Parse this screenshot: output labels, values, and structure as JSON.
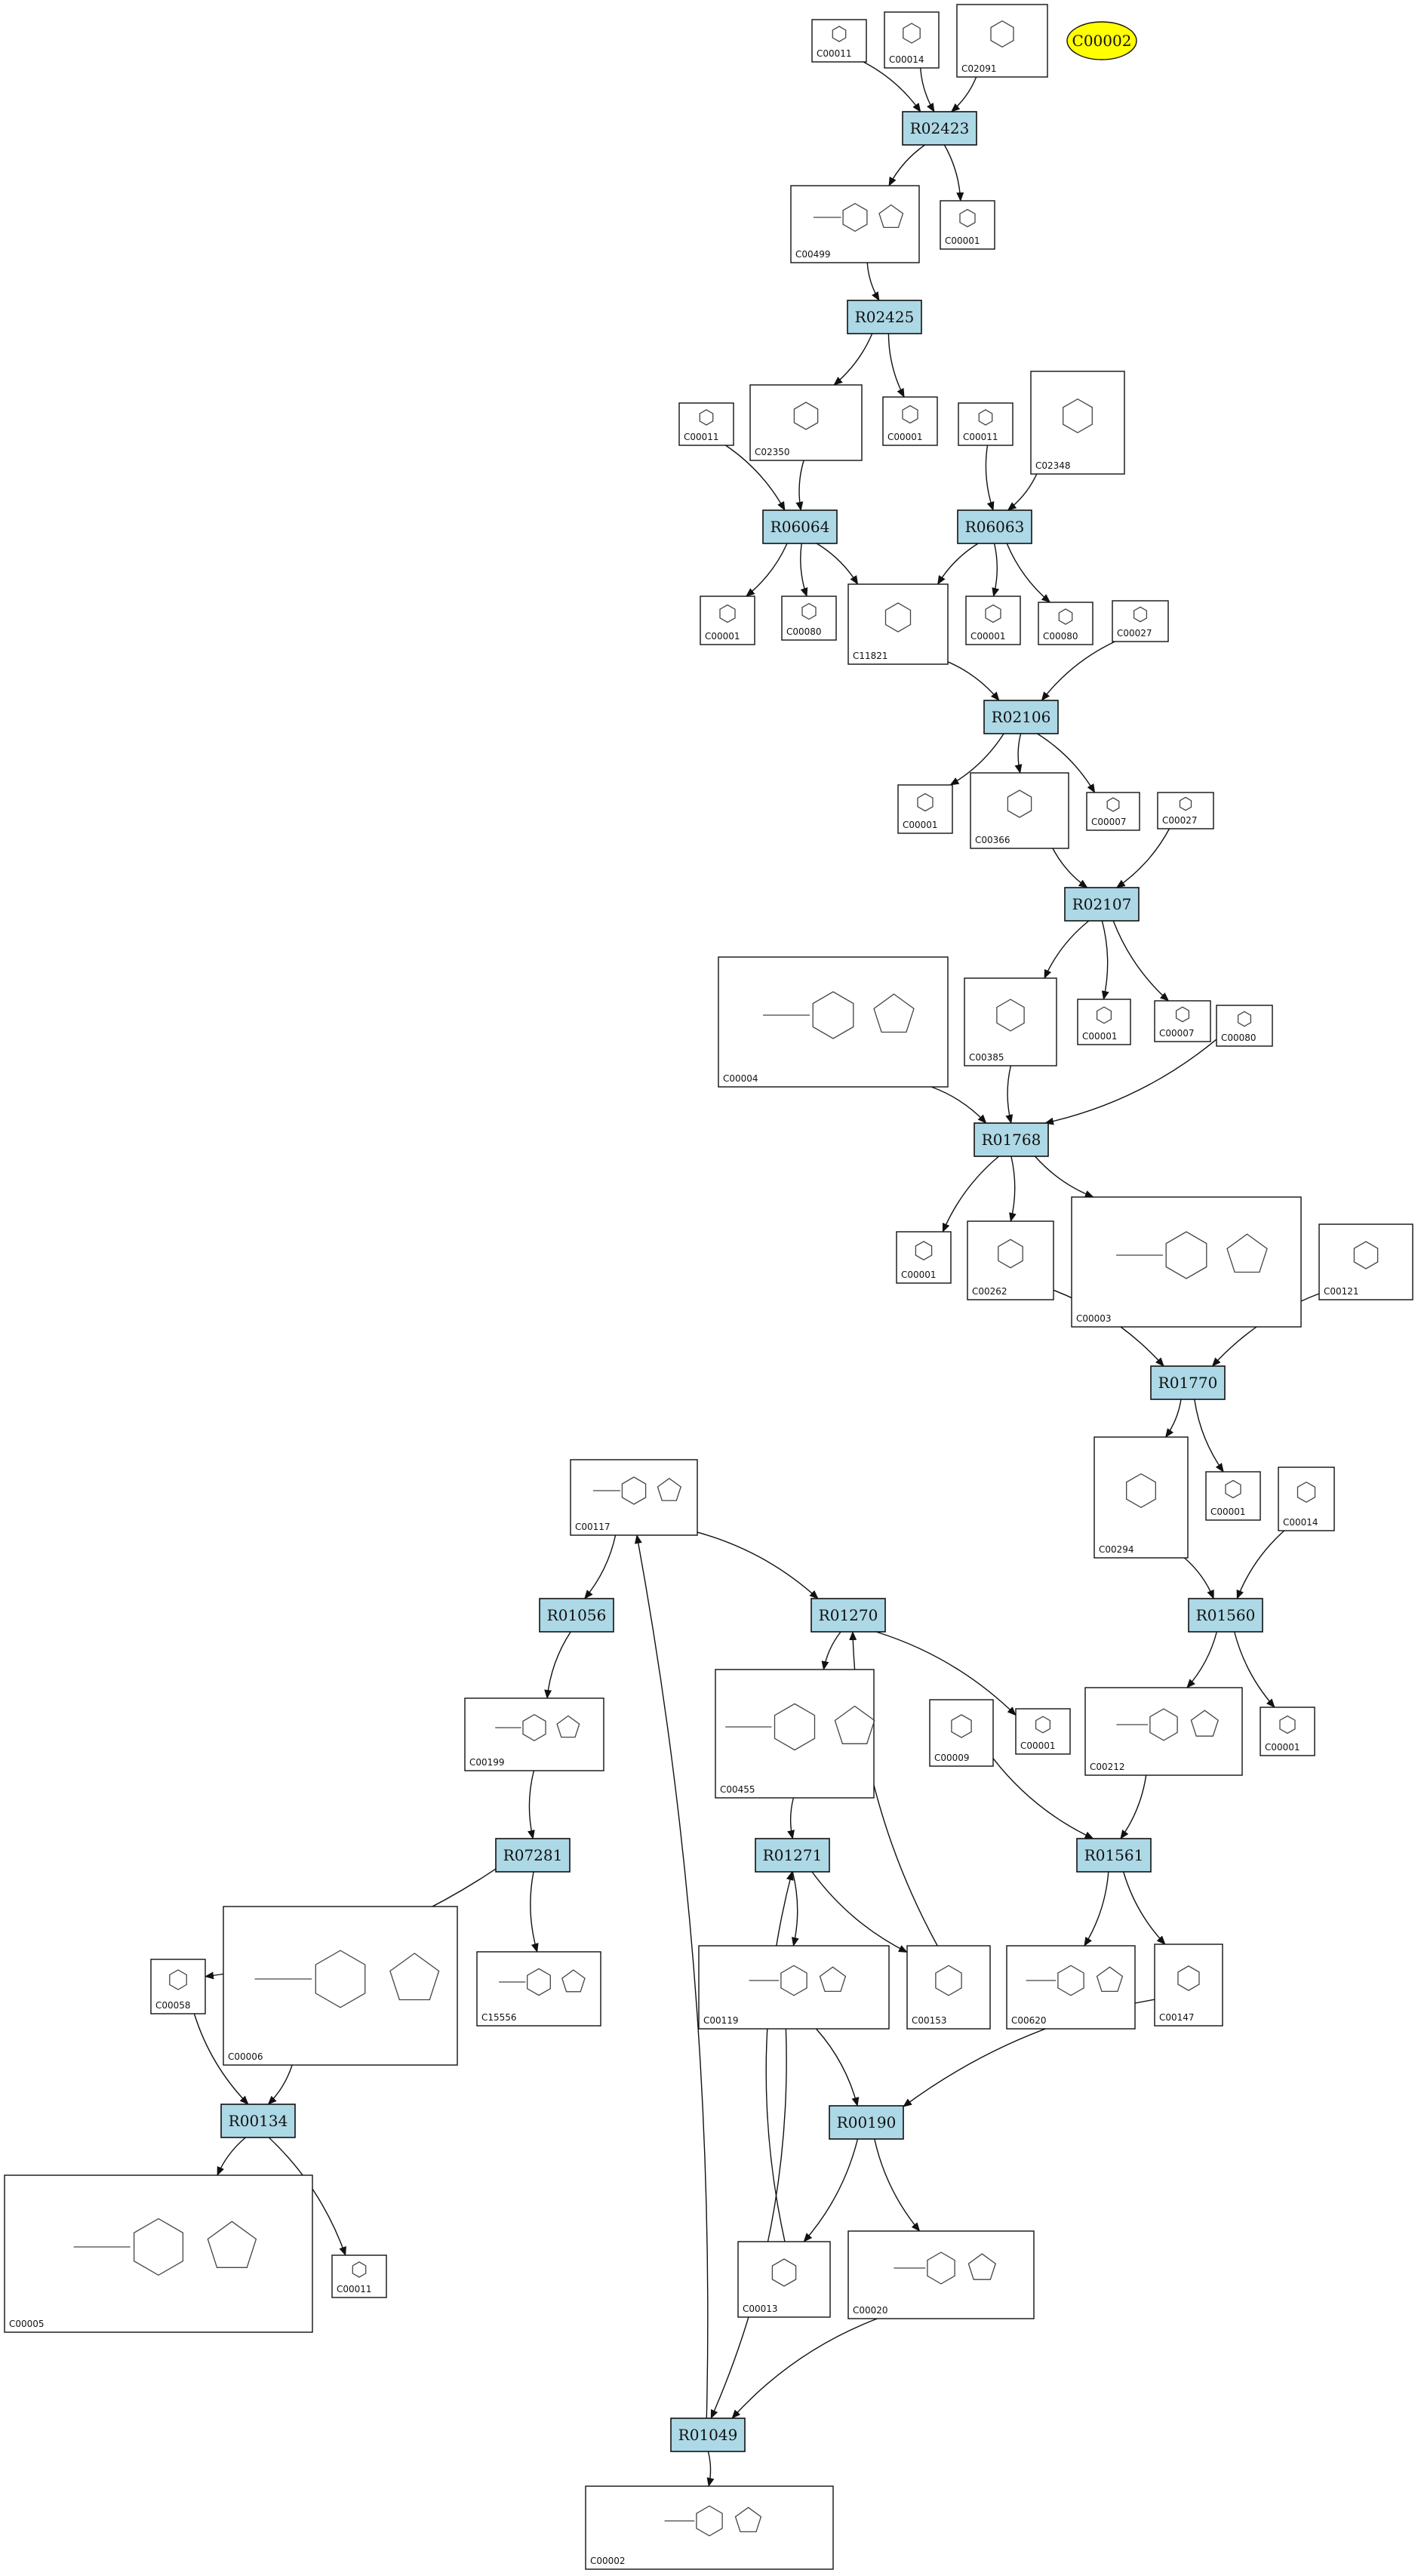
{
  "badge": {
    "label": "C00002"
  },
  "reactions": [
    "R02423",
    "R02425",
    "R06064",
    "R06063",
    "R02106",
    "R02107",
    "R01768",
    "R01770",
    "R01560",
    "R01561",
    "R01056",
    "R01270",
    "R01271",
    "R07281",
    "R00134",
    "R00190",
    "R01049"
  ],
  "compounds": [
    "C00011",
    "C00014",
    "C02091",
    "C00499",
    "C00001",
    "C02350",
    "C00001",
    "C00011",
    "C00011",
    "C02348",
    "C00001",
    "C00080",
    "C11821",
    "C00001",
    "C00080",
    "C00027",
    "C00001",
    "C00366",
    "C00007",
    "C00027",
    "C00004",
    "C00385",
    "C00001",
    "C00007",
    "C00080",
    "C00001",
    "C00262",
    "C00003",
    "C00121",
    "C00294",
    "C00001",
    "C00014",
    "C00117",
    "C00199",
    "C00455",
    "C00001",
    "C00009",
    "C00212",
    "C00001",
    "C00058",
    "C00006",
    "C15556",
    "C00119",
    "C00153",
    "C00620",
    "C00147",
    "C00005",
    "C00011",
    "C00013",
    "C00020",
    "C00002"
  ]
}
